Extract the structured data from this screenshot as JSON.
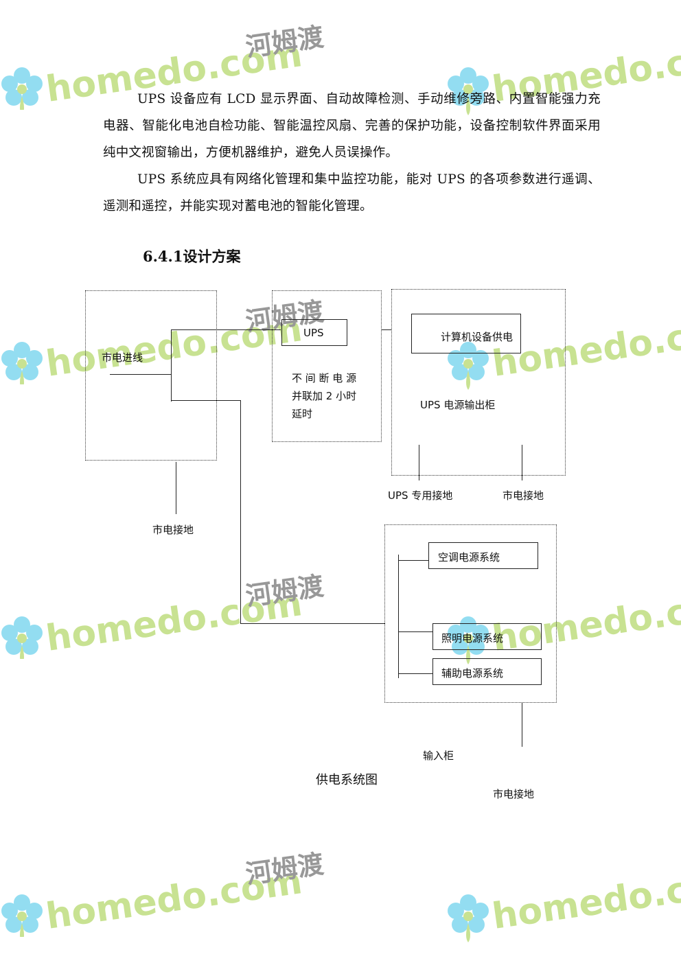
{
  "paragraphs": [
    "UPS 设备应有 LCD 显示界面、自动故障检测、手动维修旁路、内置智能强力充电器、智能化电池自检功能、智能温控风扇、完善的保护功能，设备控制软件界面采用纯中文视窗输出，方便机器维护，避免人员误操作。",
    "UPS 系统应具有网络化管理和集中监控功能，能对 UPS 的各项参数进行遥调、遥测和遥控，并能实现对蓄电池的智能化管理。"
  ],
  "heading": "6.4.1设计方案",
  "diagram": {
    "mains_in": "市电进线",
    "mains_ground_left": "市电接地",
    "ups": "UPS",
    "ups_desc_line1": "不 间 断 电 源",
    "ups_desc_line2": "并联加 2 小时",
    "ups_desc_line3": "延时",
    "computer_supply": "计算机设备供电",
    "ups_output_cabinet": "UPS 电源输出柜",
    "ups_ground": "UPS 专用接地",
    "mains_ground_right": "市电接地",
    "ac_power": "空调电源系统",
    "lighting_power": "照明电源系统",
    "aux_power": "辅助电源系统",
    "input_cabinet": "输入柜",
    "caption": "供电系统图",
    "mains_ground_bottom": "市电接地"
  },
  "watermark": {
    "latin": "homedo.com",
    "chinese": "河姆渡",
    "colors": {
      "green": "#9ccc3a",
      "blue": "#3cc3e6"
    }
  }
}
